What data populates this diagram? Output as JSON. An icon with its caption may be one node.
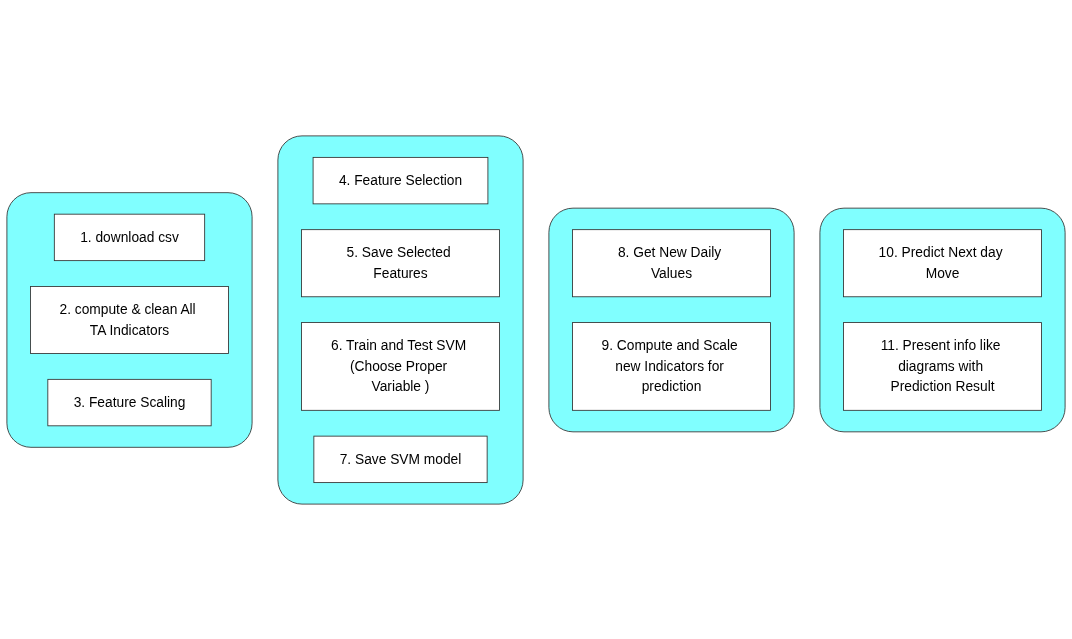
{
  "diagram": {
    "nodes": [
      {
        "text": [],
        "shape": "box"
      },
      {
        "text": [
          "1. download csv"
        ],
        "in": 0
      },
      {
        "text": [
          "2. compute & clean All TA Indicators"
        ],
        "in": 0
      },
      {
        "text": [
          "3. Feature Scaling"
        ],
        "in": 0
      },
      {
        "text": [],
        "shape": "box"
      },
      {
        "text": [
          "4. Feature Selection"
        ],
        "in": 4
      },
      {
        "text": [
          "5. Save Selected Features"
        ],
        "in": 4
      },
      {
        "text": [
          "6. Train and Test SVM (Choose Proper Variable )"
        ],
        "in": 4
      },
      {
        "text": [
          "7. Save SVM model"
        ],
        "in": 4
      },
      {
        "text": [],
        "shape": "box"
      },
      {
        "text": [
          "8. Get New Daily Values"
        ],
        "in": 9
      },
      {
        "text": [
          "9. Compute and Scale new Indicators for prediction"
        ],
        "in": 9
      },
      {
        "text": [],
        "shape": "box"
      },
      {
        "text": [
          "10. Predict Next day Move"
        ],
        "in": 12
      },
      {
        "text": [
          "11. Present info like diagrams with Prediction Result"
        ],
        "in": 12
      }
    ],
    "edges": []
  }
}
